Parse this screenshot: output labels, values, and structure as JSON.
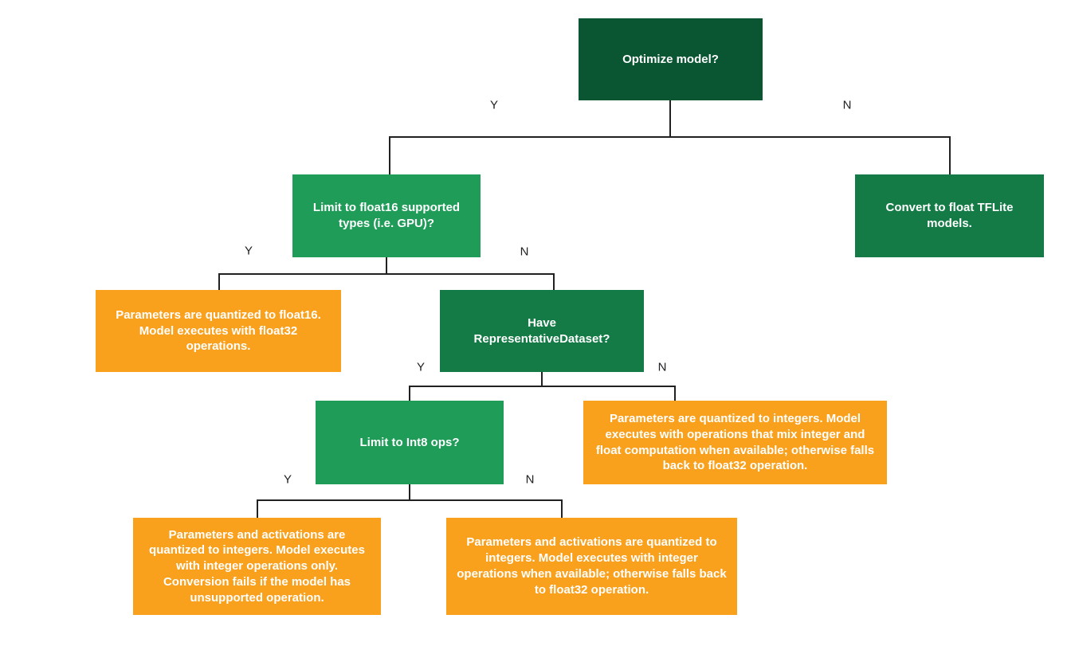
{
  "diagram": {
    "type": "decision-tree",
    "topic": "TFLite model optimization / quantization decision flowchart"
  },
  "branch_labels": {
    "yes": "Y",
    "no": "N"
  },
  "nodes": {
    "optimize": {
      "text": "Optimize model?"
    },
    "limit_float16": {
      "text": "Limit to float16 supported types (i.e. GPU)?"
    },
    "convert_float": {
      "text": "Convert to float TFLite models."
    },
    "float16_result": {
      "text": "Parameters are quantized to float16. Model executes with float32 operations."
    },
    "have_dataset": {
      "text": "Have RepresentativeDataset?"
    },
    "limit_int8": {
      "text": "Limit to Int8 ops?"
    },
    "mixed_result": {
      "text": "Parameters are quantized to integers. Model executes with operations that mix integer and float computation when available; otherwise falls back to float32 operation."
    },
    "int_only_result": {
      "text": "Parameters and activations are quantized to integers. Model executes with integer operations only. Conversion fails if the model has unsupported operation."
    },
    "int_fallback_result": {
      "text": "Parameters and activations are quantized to integers. Model executes with integer operations when available; otherwise falls back to float32 operation."
    }
  },
  "colors": {
    "dark_green": "#0a5632",
    "green": "#147b46",
    "light_green": "#1e9c58",
    "orange": "#f9a01c",
    "connector": "#212121",
    "node_text": "#ffffff",
    "branch_label_text": "#202124"
  }
}
